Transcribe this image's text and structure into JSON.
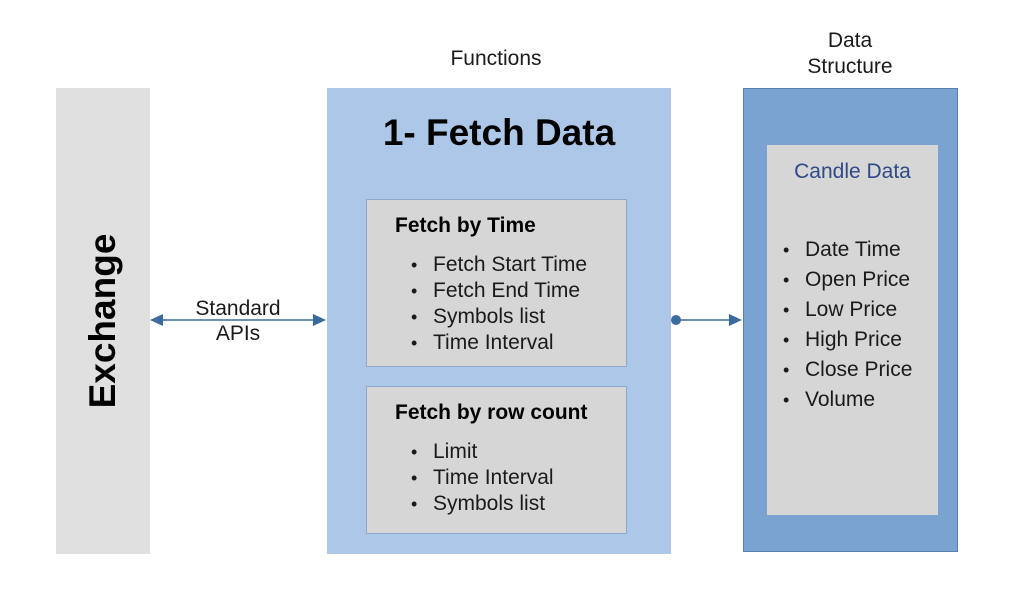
{
  "exchange": {
    "label": "Exchange"
  },
  "functions": {
    "column_title": "Functions",
    "title": "1- Fetch Data",
    "groups": [
      {
        "title": "Fetch by Time",
        "items": [
          "Fetch Start Time",
          "Fetch End Time",
          "Symbols list",
          "Time Interval"
        ]
      },
      {
        "title": "Fetch by row count",
        "items": [
          "Limit",
          "Time Interval",
          "Symbols list"
        ]
      }
    ]
  },
  "data_structure": {
    "column_title_line1": "Data",
    "column_title_line2": "Structure",
    "title": "Candle Data",
    "items": [
      "Date Time",
      "Open Price",
      "Low Price",
      "High Price",
      "Close Price",
      "Volume"
    ]
  },
  "connector_left": {
    "line1": "Standard",
    "line2": "APIs"
  },
  "colors": {
    "exchange_bg": "#e0e0e0",
    "functions_bg": "#adc7e8",
    "subbox_bg": "#d6d6d6",
    "ds_outer_bg": "#7aa3d1",
    "ds_title": "#2f4a88",
    "arrow": "#3a6aa0"
  },
  "bullet_glyph": "•"
}
